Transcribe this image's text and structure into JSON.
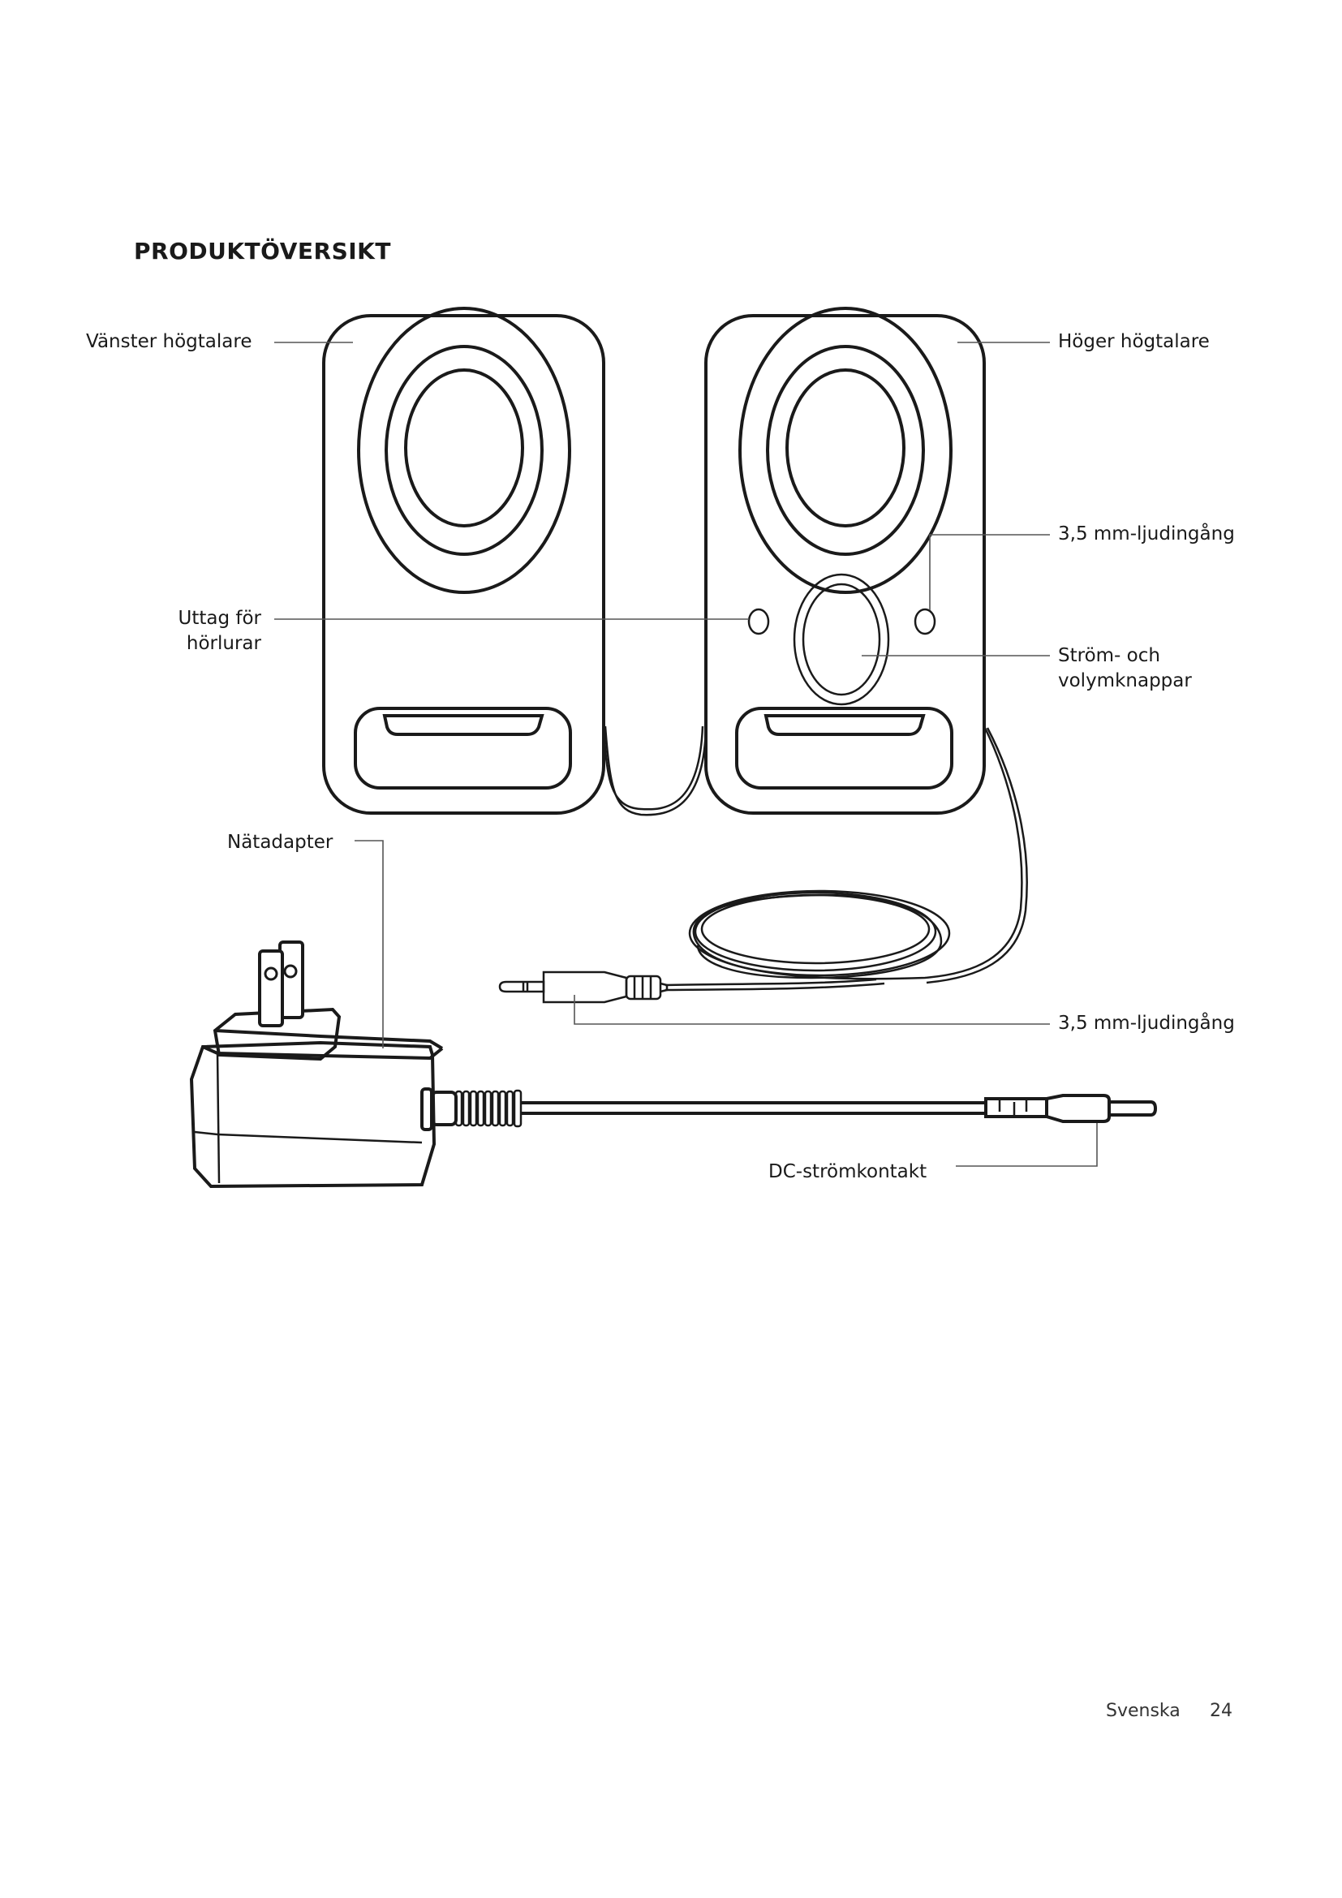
{
  "page": {
    "title": "PRODUKTÖVERSIKT",
    "language": "Svenska",
    "page_number": "24"
  },
  "diagram": {
    "subject": "speaker-set",
    "labels": {
      "left_speaker": "Vänster högtalare",
      "right_speaker": "Höger högtalare",
      "audio_input_top": "3,5 mm-ljudingång",
      "headphone_jack_line1": "Uttag för",
      "headphone_jack_line2": "hörlurar",
      "power_volume_line1": "Ström- och",
      "power_volume_line2": "volymknappar",
      "power_adapter": "Nätadapter",
      "audio_plug": "3,5 mm-ljudingång",
      "dc_connector": "DC-strömkontakt"
    }
  }
}
